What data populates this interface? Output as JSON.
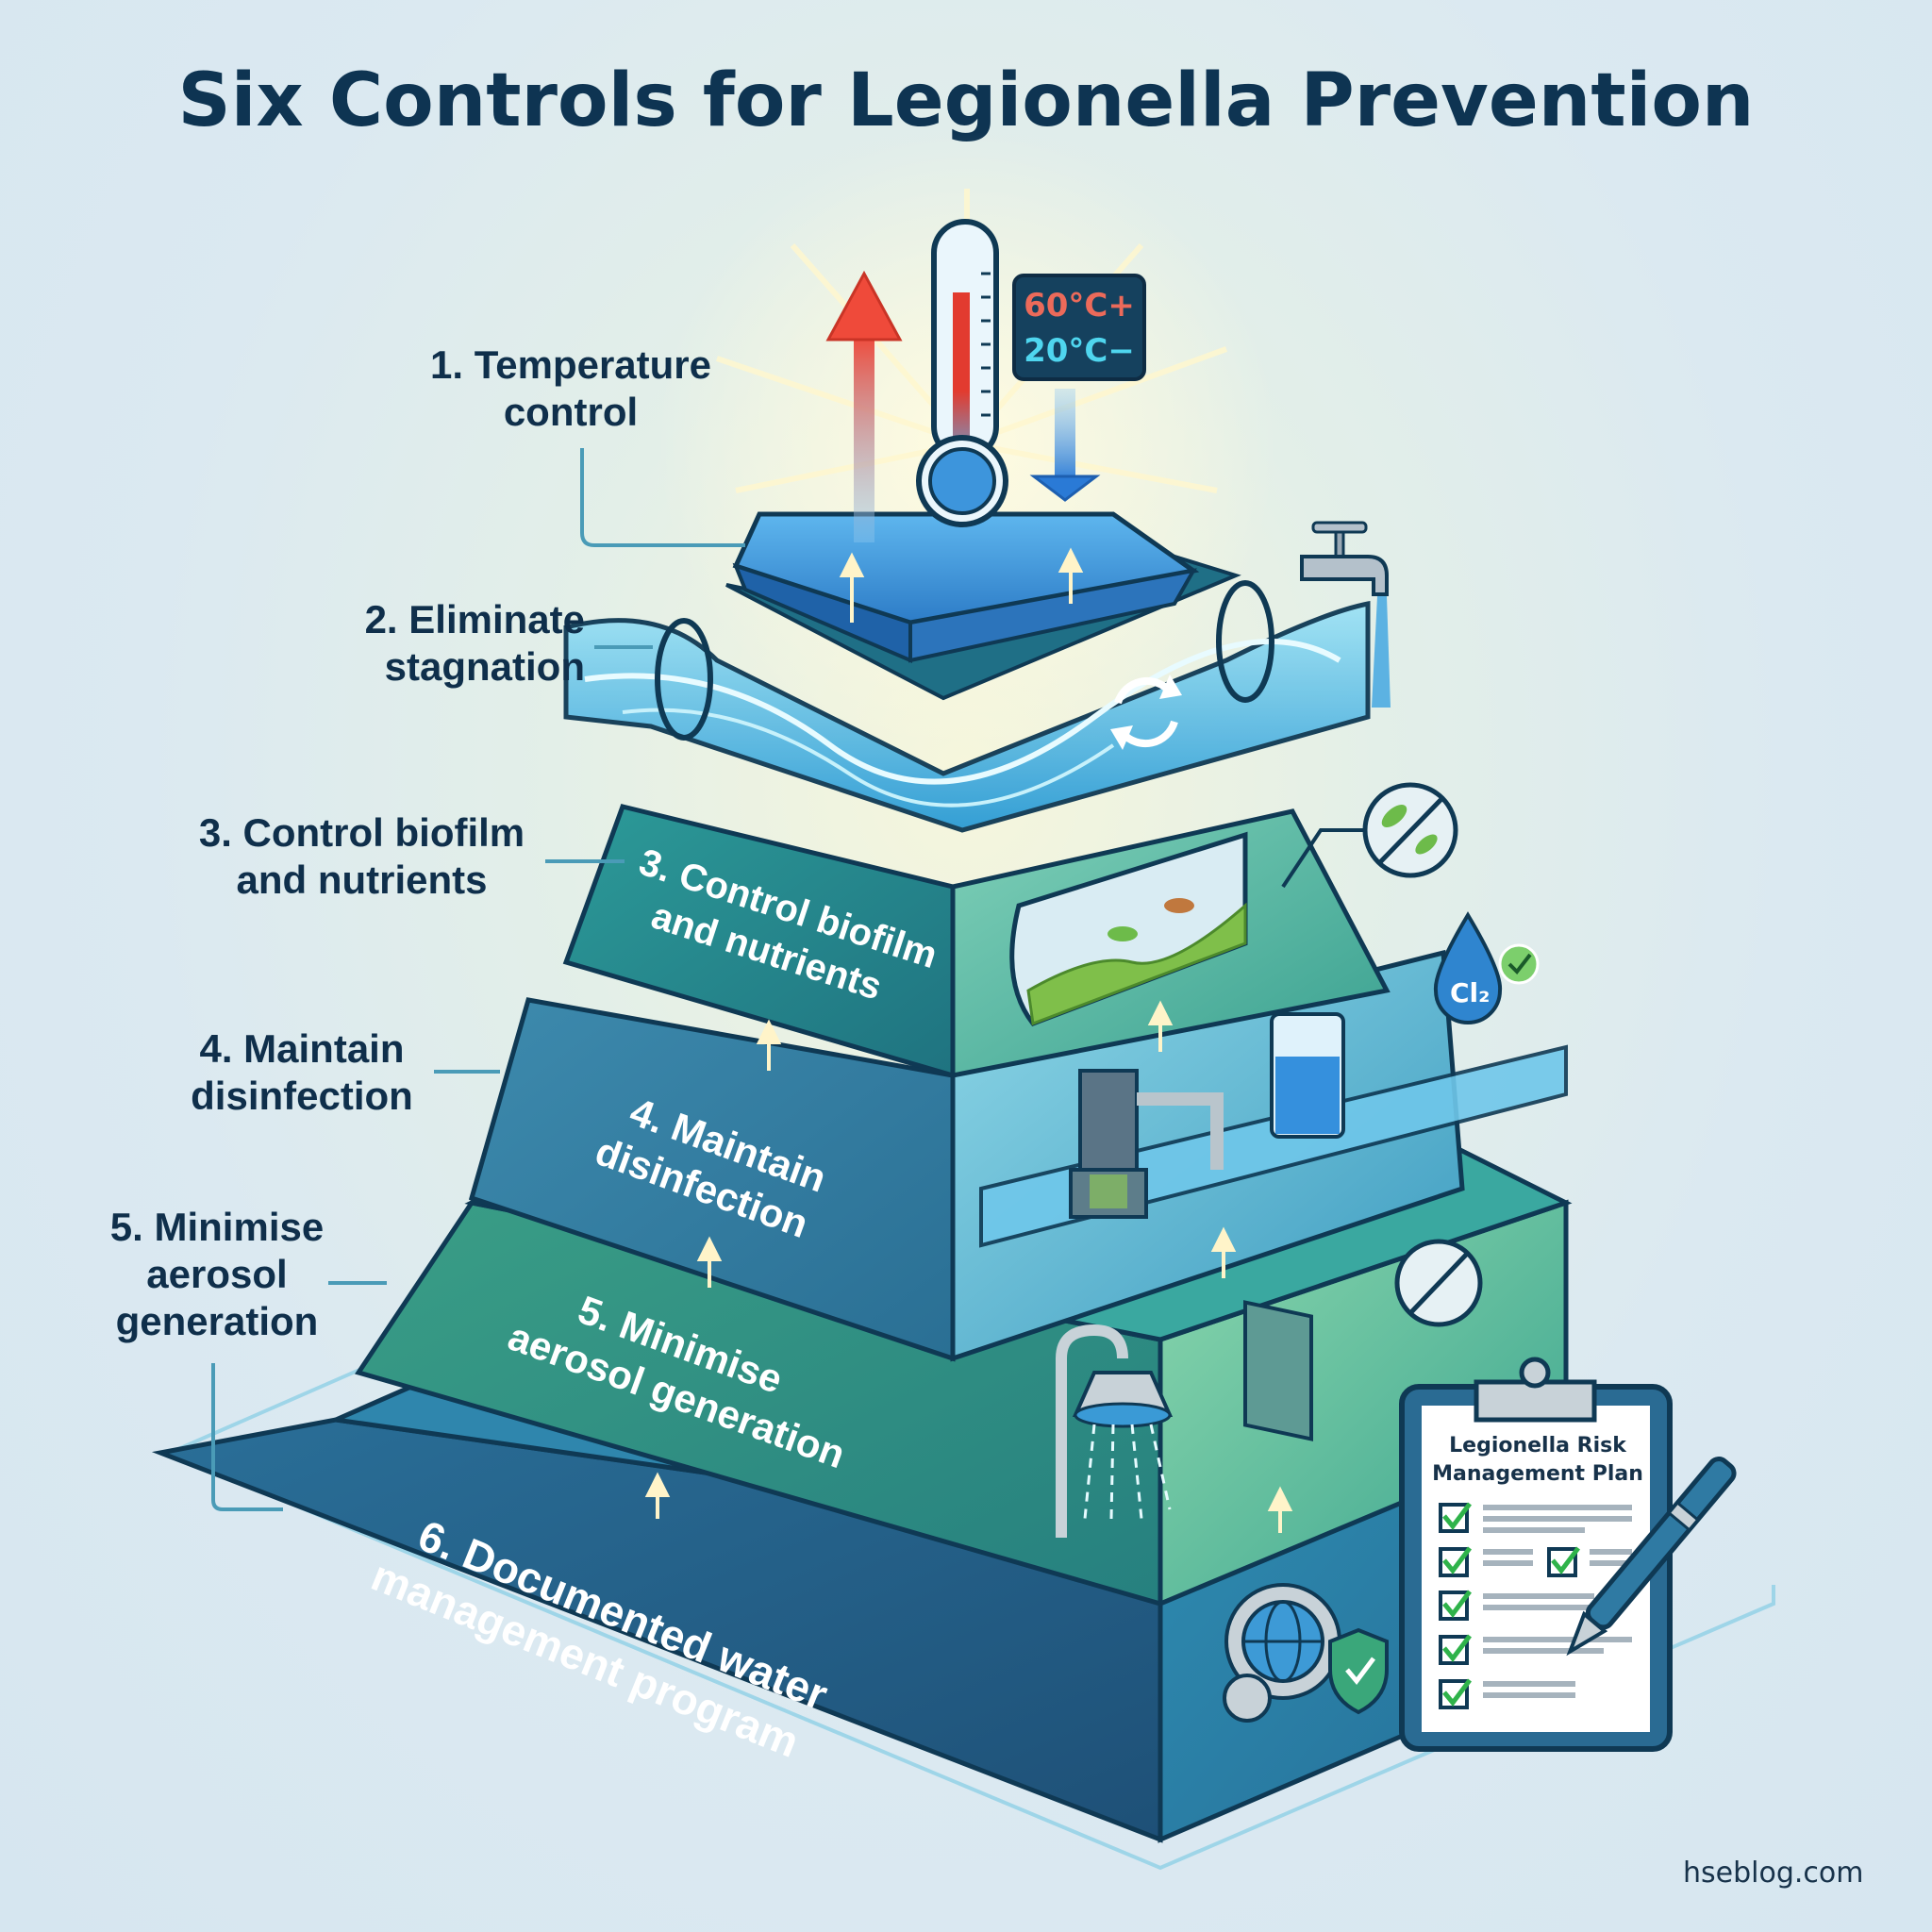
{
  "title": "Six Controls for Legionella Prevention",
  "controls": [
    {
      "number": 1,
      "label": "1. Temperature control",
      "side_lines": [
        "1. Temperature",
        "control"
      ],
      "face_lines": [],
      "color": "#2f7fc8",
      "icon": "thermometer-icon"
    },
    {
      "number": 2,
      "label": "2. Eliminate stagnation",
      "side_lines": [
        "2. Eliminate",
        "stagnation"
      ],
      "face_lines": [],
      "color": "#5bc3e8",
      "icon": "flowing-pipe-icon"
    },
    {
      "number": 3,
      "label": "3. Control biofilm and nutrients",
      "side_lines": [
        "3. Control biofilm",
        "and nutrients"
      ],
      "face_lines": [
        "3. Control biofilm",
        "and nutrients"
      ],
      "color": "#26868f",
      "icon": "biofilm-pipe-icon"
    },
    {
      "number": 4,
      "label": "4. Maintain disinfection",
      "side_lines": [
        "4. Maintain",
        "disinfection"
      ],
      "face_lines": [
        "4. Maintain",
        "disinfection"
      ],
      "color": "#357fa0",
      "icon": "dosing-pump-icon"
    },
    {
      "number": 5,
      "label": "5. Minimise aerosol generation",
      "side_lines": [
        "5. Minimise",
        "aerosol",
        "generation"
      ],
      "face_lines": [
        "5. Minimise",
        "aerosol generation"
      ],
      "color": "#2a8a84",
      "icon": "shower-filter-icon"
    },
    {
      "number": 6,
      "label": "6. Documented water management program",
      "side_lines": [],
      "face_lines": [
        "6. Documented water",
        "management program"
      ],
      "color": "#245f8a",
      "icon": "gear-globe-shield-icon"
    }
  ],
  "temperature": {
    "hot": "60°C+",
    "cold": "20°C−"
  },
  "chemical_badge": "Cl₂",
  "plan": {
    "title_line1": "Legionella Risk",
    "title_line2": "Management Plan",
    "checked_items": 6
  },
  "watermark": "hseblog.com",
  "colors": {
    "title": "#0e3452",
    "hot_arrow": "#e8463a",
    "cold_arrow": "#2a7ad6",
    "check": "#2fb34a",
    "connector": "#4a9bb7"
  }
}
